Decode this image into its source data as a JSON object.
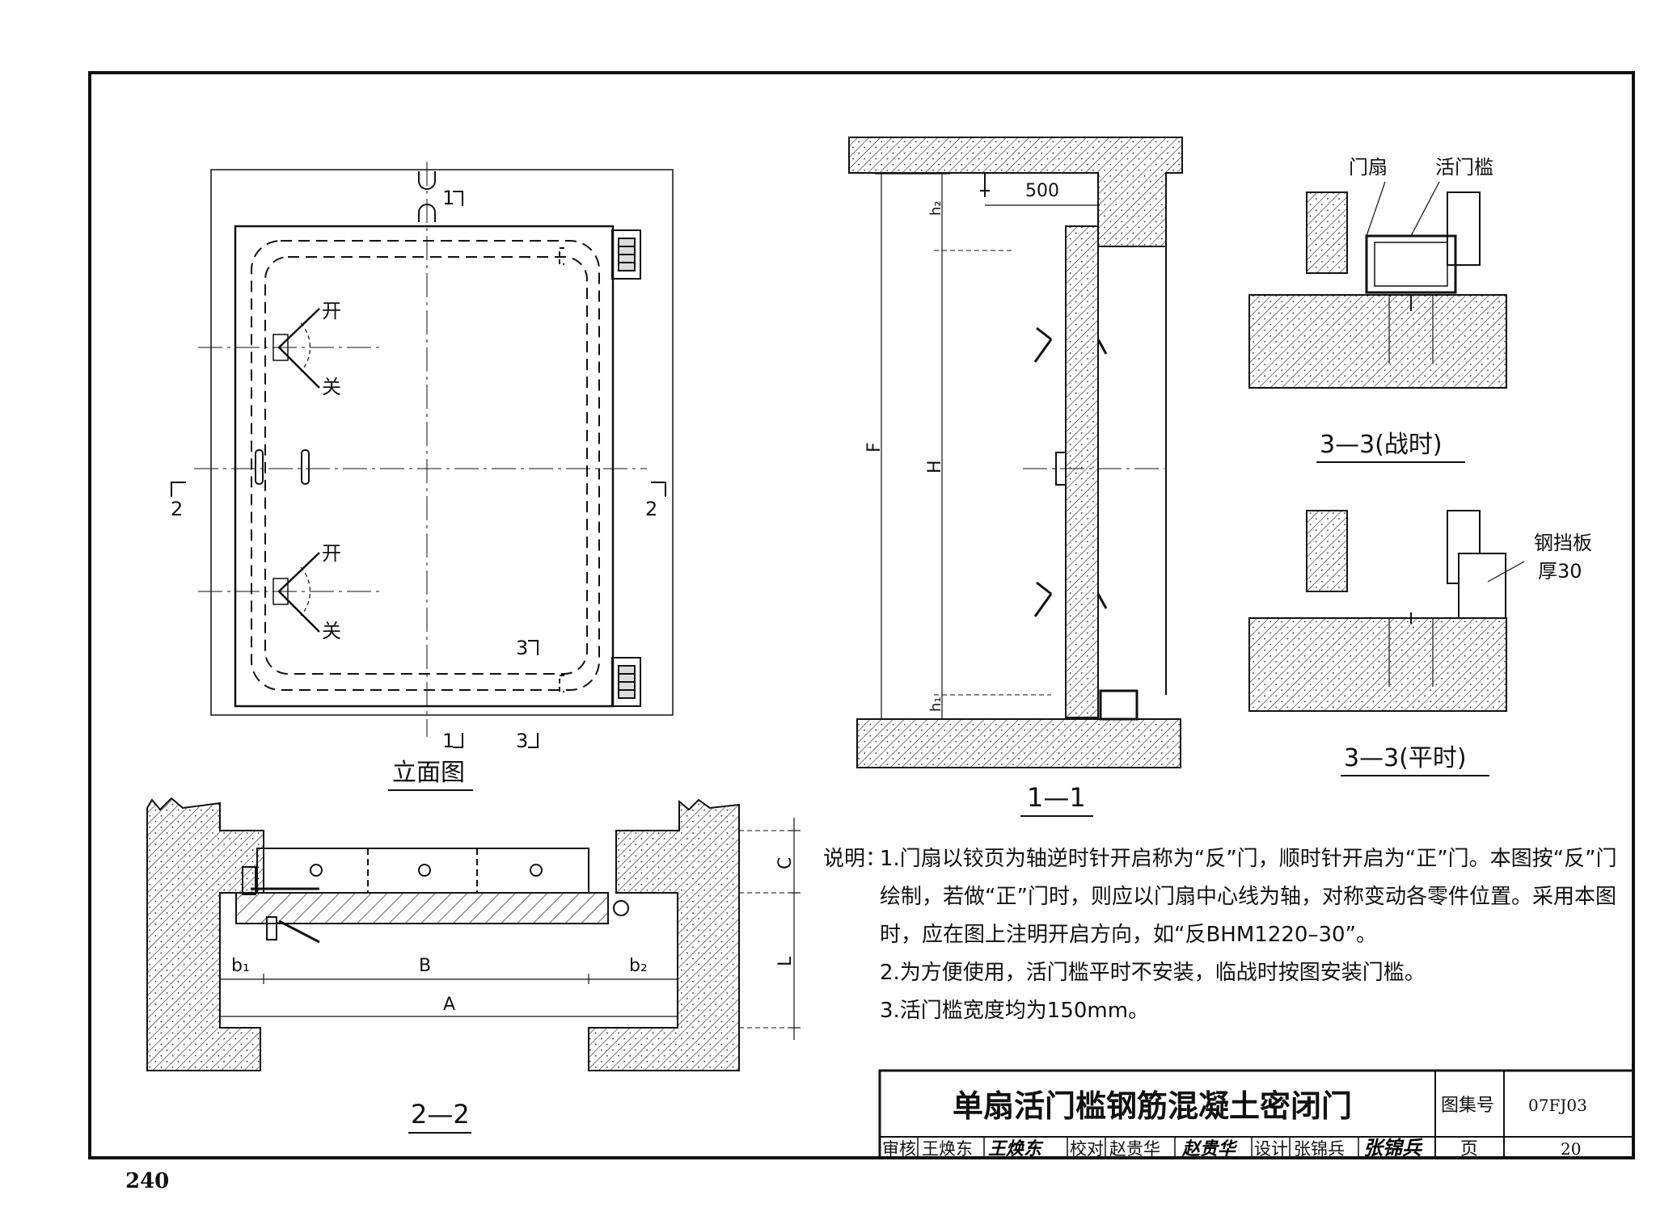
{
  "page_number": "240",
  "views": {
    "elevation": {
      "title": "立面图",
      "open": "开",
      "close": "关"
    },
    "section_11": {
      "title": "1—1",
      "dim_500": "500",
      "dim_F": "F",
      "dim_H": "H",
      "dim_h1": "h₁",
      "dim_h2": "h₂"
    },
    "section_22": {
      "title": "2—2",
      "dim_A": "A",
      "dim_B": "B",
      "dim_b1": "b₁",
      "dim_b2": "b₂",
      "dim_C": "C",
      "dim_L": "L"
    },
    "section_33_war": {
      "title": "3—3(战时)",
      "label_door": "门扇",
      "label_threshold": "活门槛"
    },
    "section_33_peace": {
      "title": "3—3(平时)",
      "label_plate": "钢挡板",
      "label_thickness": "厚30"
    }
  },
  "cut_marks": {
    "m1": "1",
    "m2": "2",
    "m3": "3"
  },
  "notes": {
    "lead": "说明：",
    "lines": [
      "1.门扇以铰页为轴逆时针开启称为“反”门，顺时针开启为“正”门。本图按“反”门",
      "绘制，若做“正”门时，则应以门扇中心线为轴，对称变动各零件位置。采用本图",
      "时，应在图上注明开启方向，如“反BHM1220–30”。",
      "2.为方便使用，活门槛平时不安装，临战时按图安装门槛。",
      "3.活门槛宽度均为150mm。"
    ]
  },
  "title_block": {
    "title": "单扇活门槛钢筋混凝土密闭门",
    "atlas_label": "图集号",
    "atlas_value": "07FJ03",
    "page_label": "页",
    "page_value": "20",
    "review_label": "审核",
    "review_name": "王焕东",
    "review_sign": "王焕东",
    "check_label": "校对",
    "check_name": "赵贵华",
    "check_sign": "赵贵华",
    "design_label": "设计",
    "design_name": "张锦兵",
    "design_sign": "张锦兵"
  },
  "colors": {
    "line": "#111111",
    "paper": "#ffffff"
  }
}
